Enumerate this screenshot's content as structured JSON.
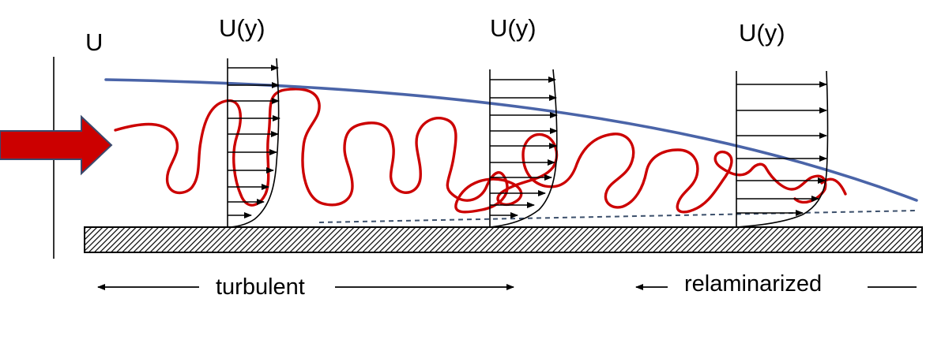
{
  "labels": {
    "freestream": "U",
    "profile_1": "U(y)",
    "profile_2": "U(y)",
    "profile_3": "U(y)",
    "region_turbulent": "turbulent",
    "region_relaminarized": "relaminarized"
  },
  "colors": {
    "inflow_arrow": "#cc0000",
    "turbulence": "#cc0000",
    "boundary_layer_edge": "#4a64a8",
    "sublayer_line": "#3b4f6b",
    "ink": "#000000"
  },
  "icons": {
    "inflow": "thick-right-arrow",
    "wall": "hatched-plate"
  }
}
